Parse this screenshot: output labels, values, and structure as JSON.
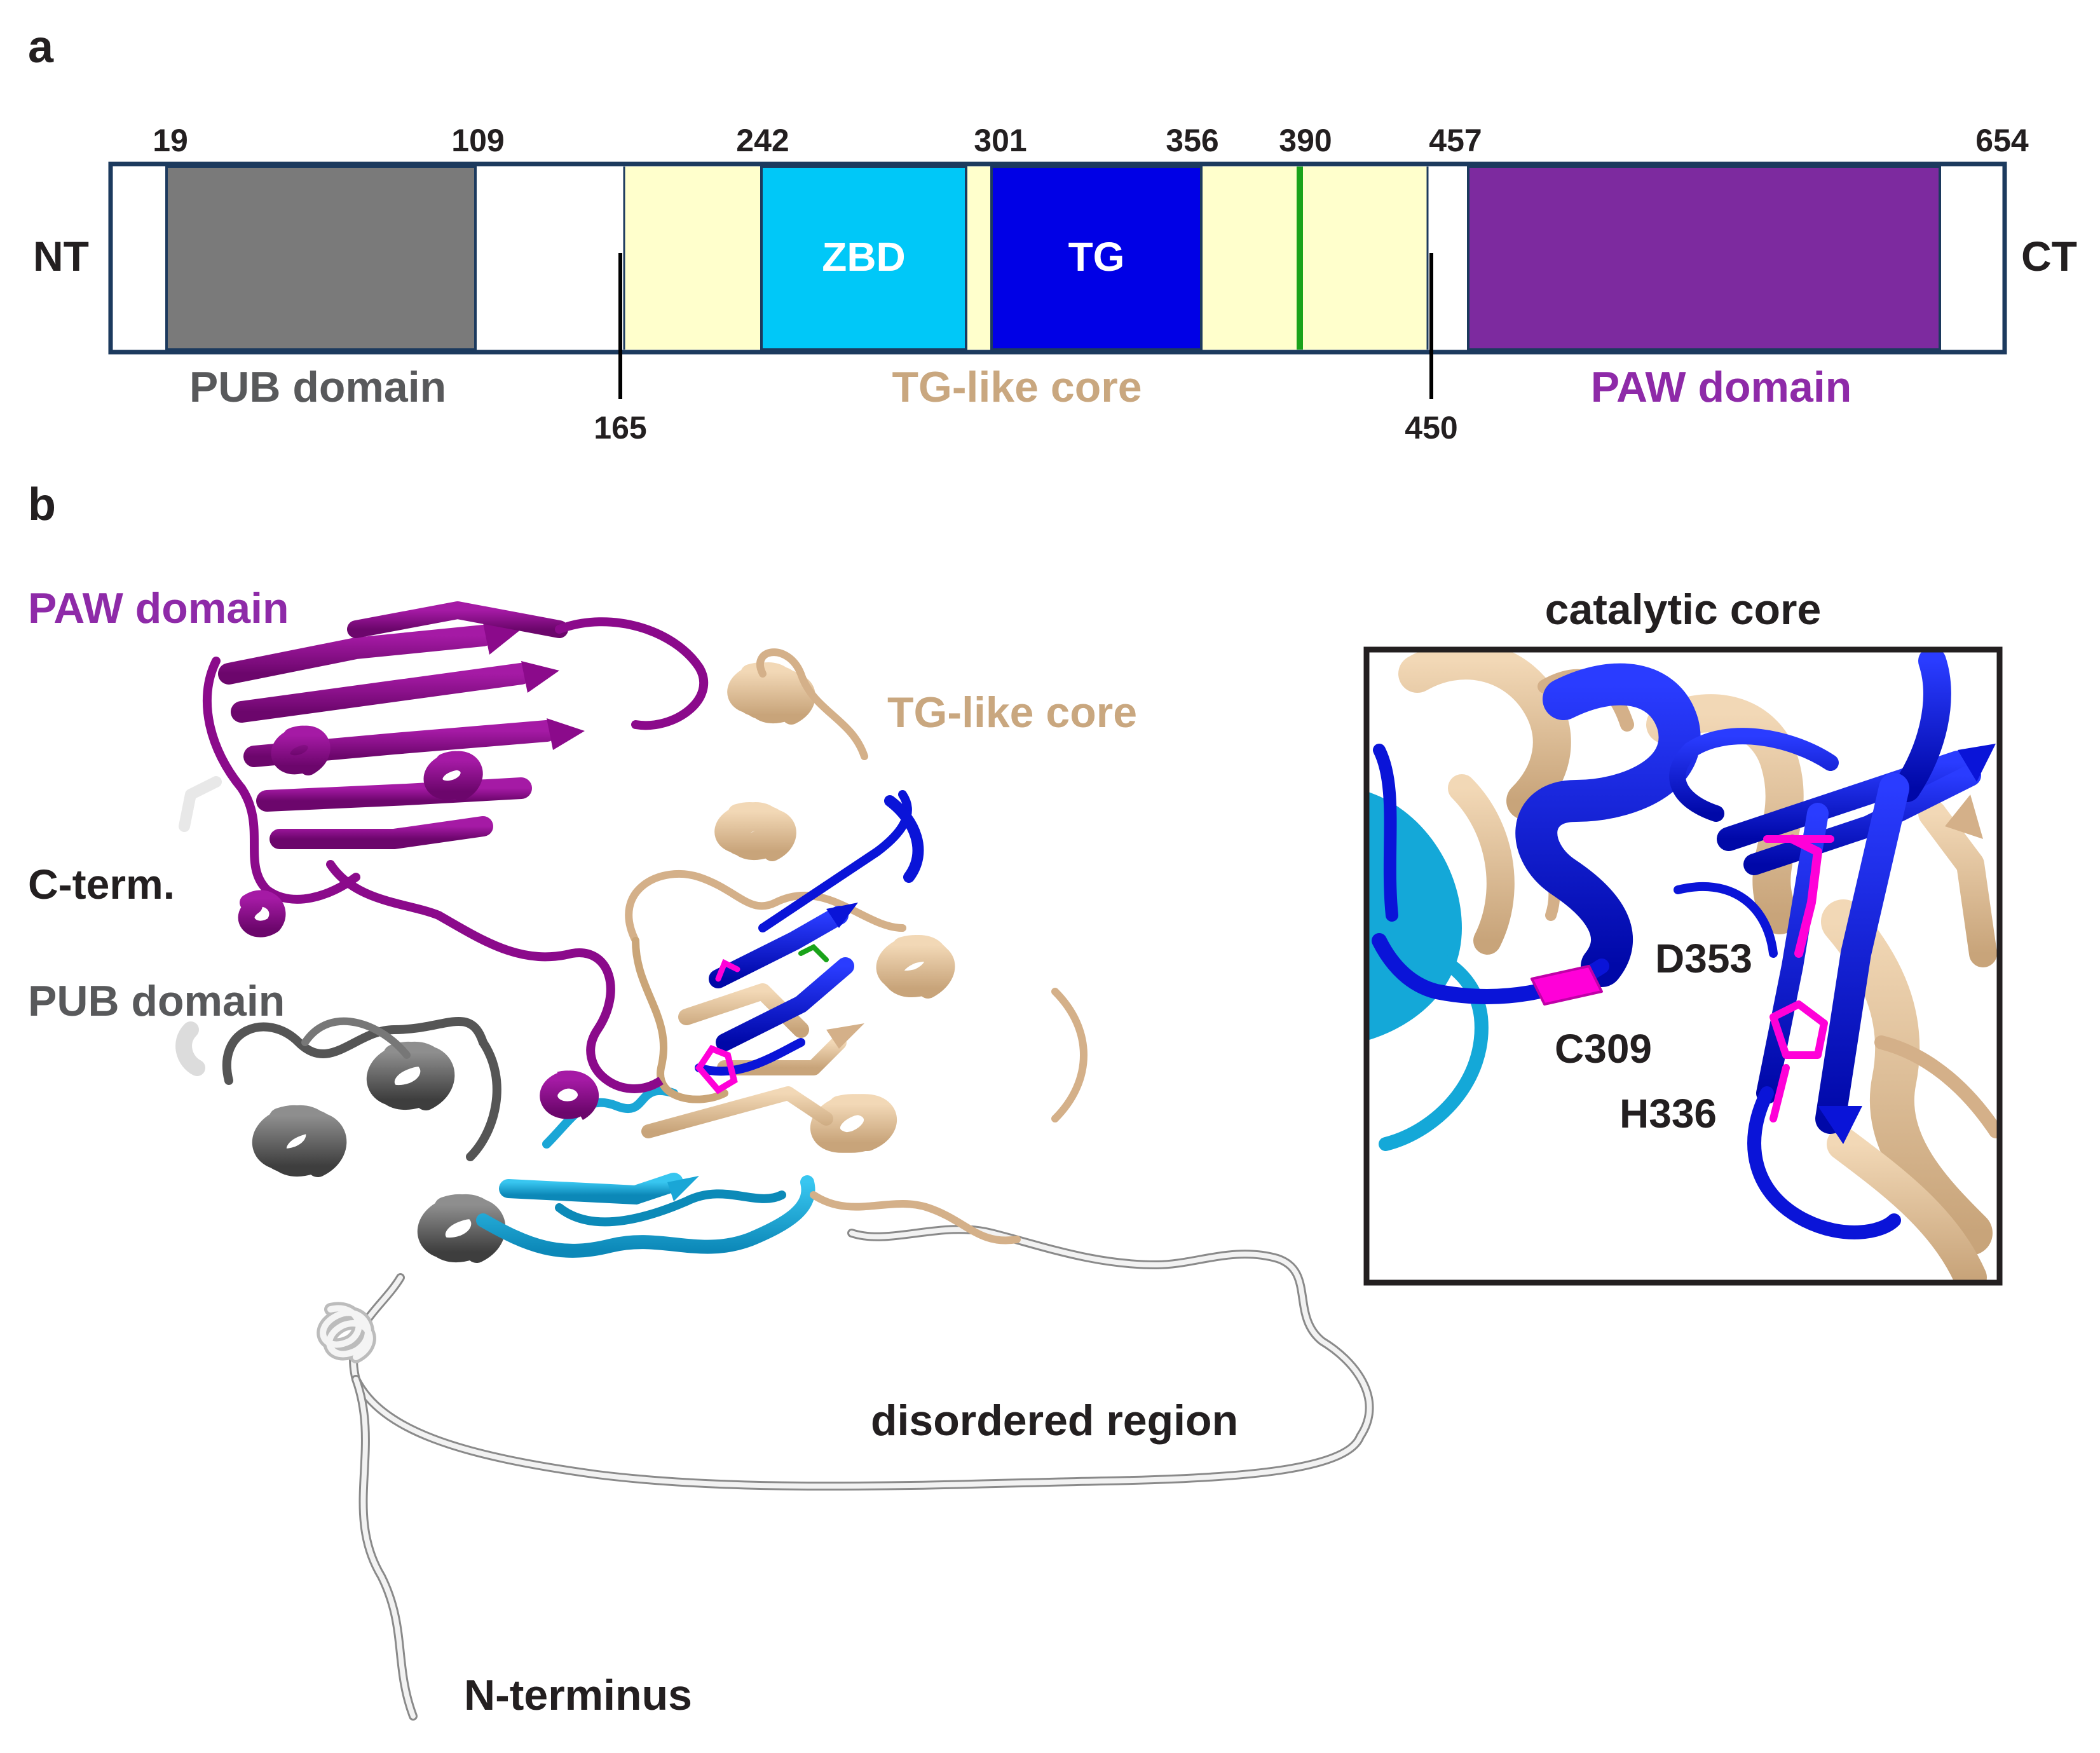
{
  "panel_a": {
    "label": "a",
    "nt": "NT",
    "ct": "CT",
    "positions": {
      "p19": "19",
      "p109": "109",
      "p242": "242",
      "p301": "301",
      "p356": "356",
      "p390": "390",
      "p457": "457",
      "p654": "654",
      "p165": "165",
      "p450": "450"
    },
    "segments": {
      "zbd": "ZBD",
      "tg": "TG"
    },
    "domains": {
      "pub": "PUB domain",
      "tg_core": "TG-like core",
      "paw": "PAW domain"
    },
    "colors": {
      "outline": "#1c3a5e",
      "pub": "#7a7a7a",
      "core": "#ffffcc",
      "zbd": "#00c8f8",
      "tg": "#0000e6",
      "paw": "#7d2a9f",
      "marker_390": "#1aa31a",
      "pub_text": "#58595b",
      "core_text": "#c9a77f",
      "paw_text": "#8e2aa8"
    }
  },
  "panel_b": {
    "label": "b",
    "paw_domain": "PAW domain",
    "tg_like_core": "TG-like core",
    "c_term": "C-term.",
    "pub_domain": "PUB domain",
    "disordered_region": "disordered region",
    "n_terminus": "N-terminus",
    "catalytic_core": "catalytic core",
    "residues": {
      "d353": "D353",
      "c309": "C309",
      "h336": "H336"
    },
    "colors": {
      "paw": "#8b0a8b",
      "core": "#e6c49a",
      "tg": "#0a14d8",
      "zbd": "#14a8d8",
      "pub": "#6a6a6a",
      "disordered": "#d8d8d8",
      "catalytic": "#ff00d8"
    }
  }
}
